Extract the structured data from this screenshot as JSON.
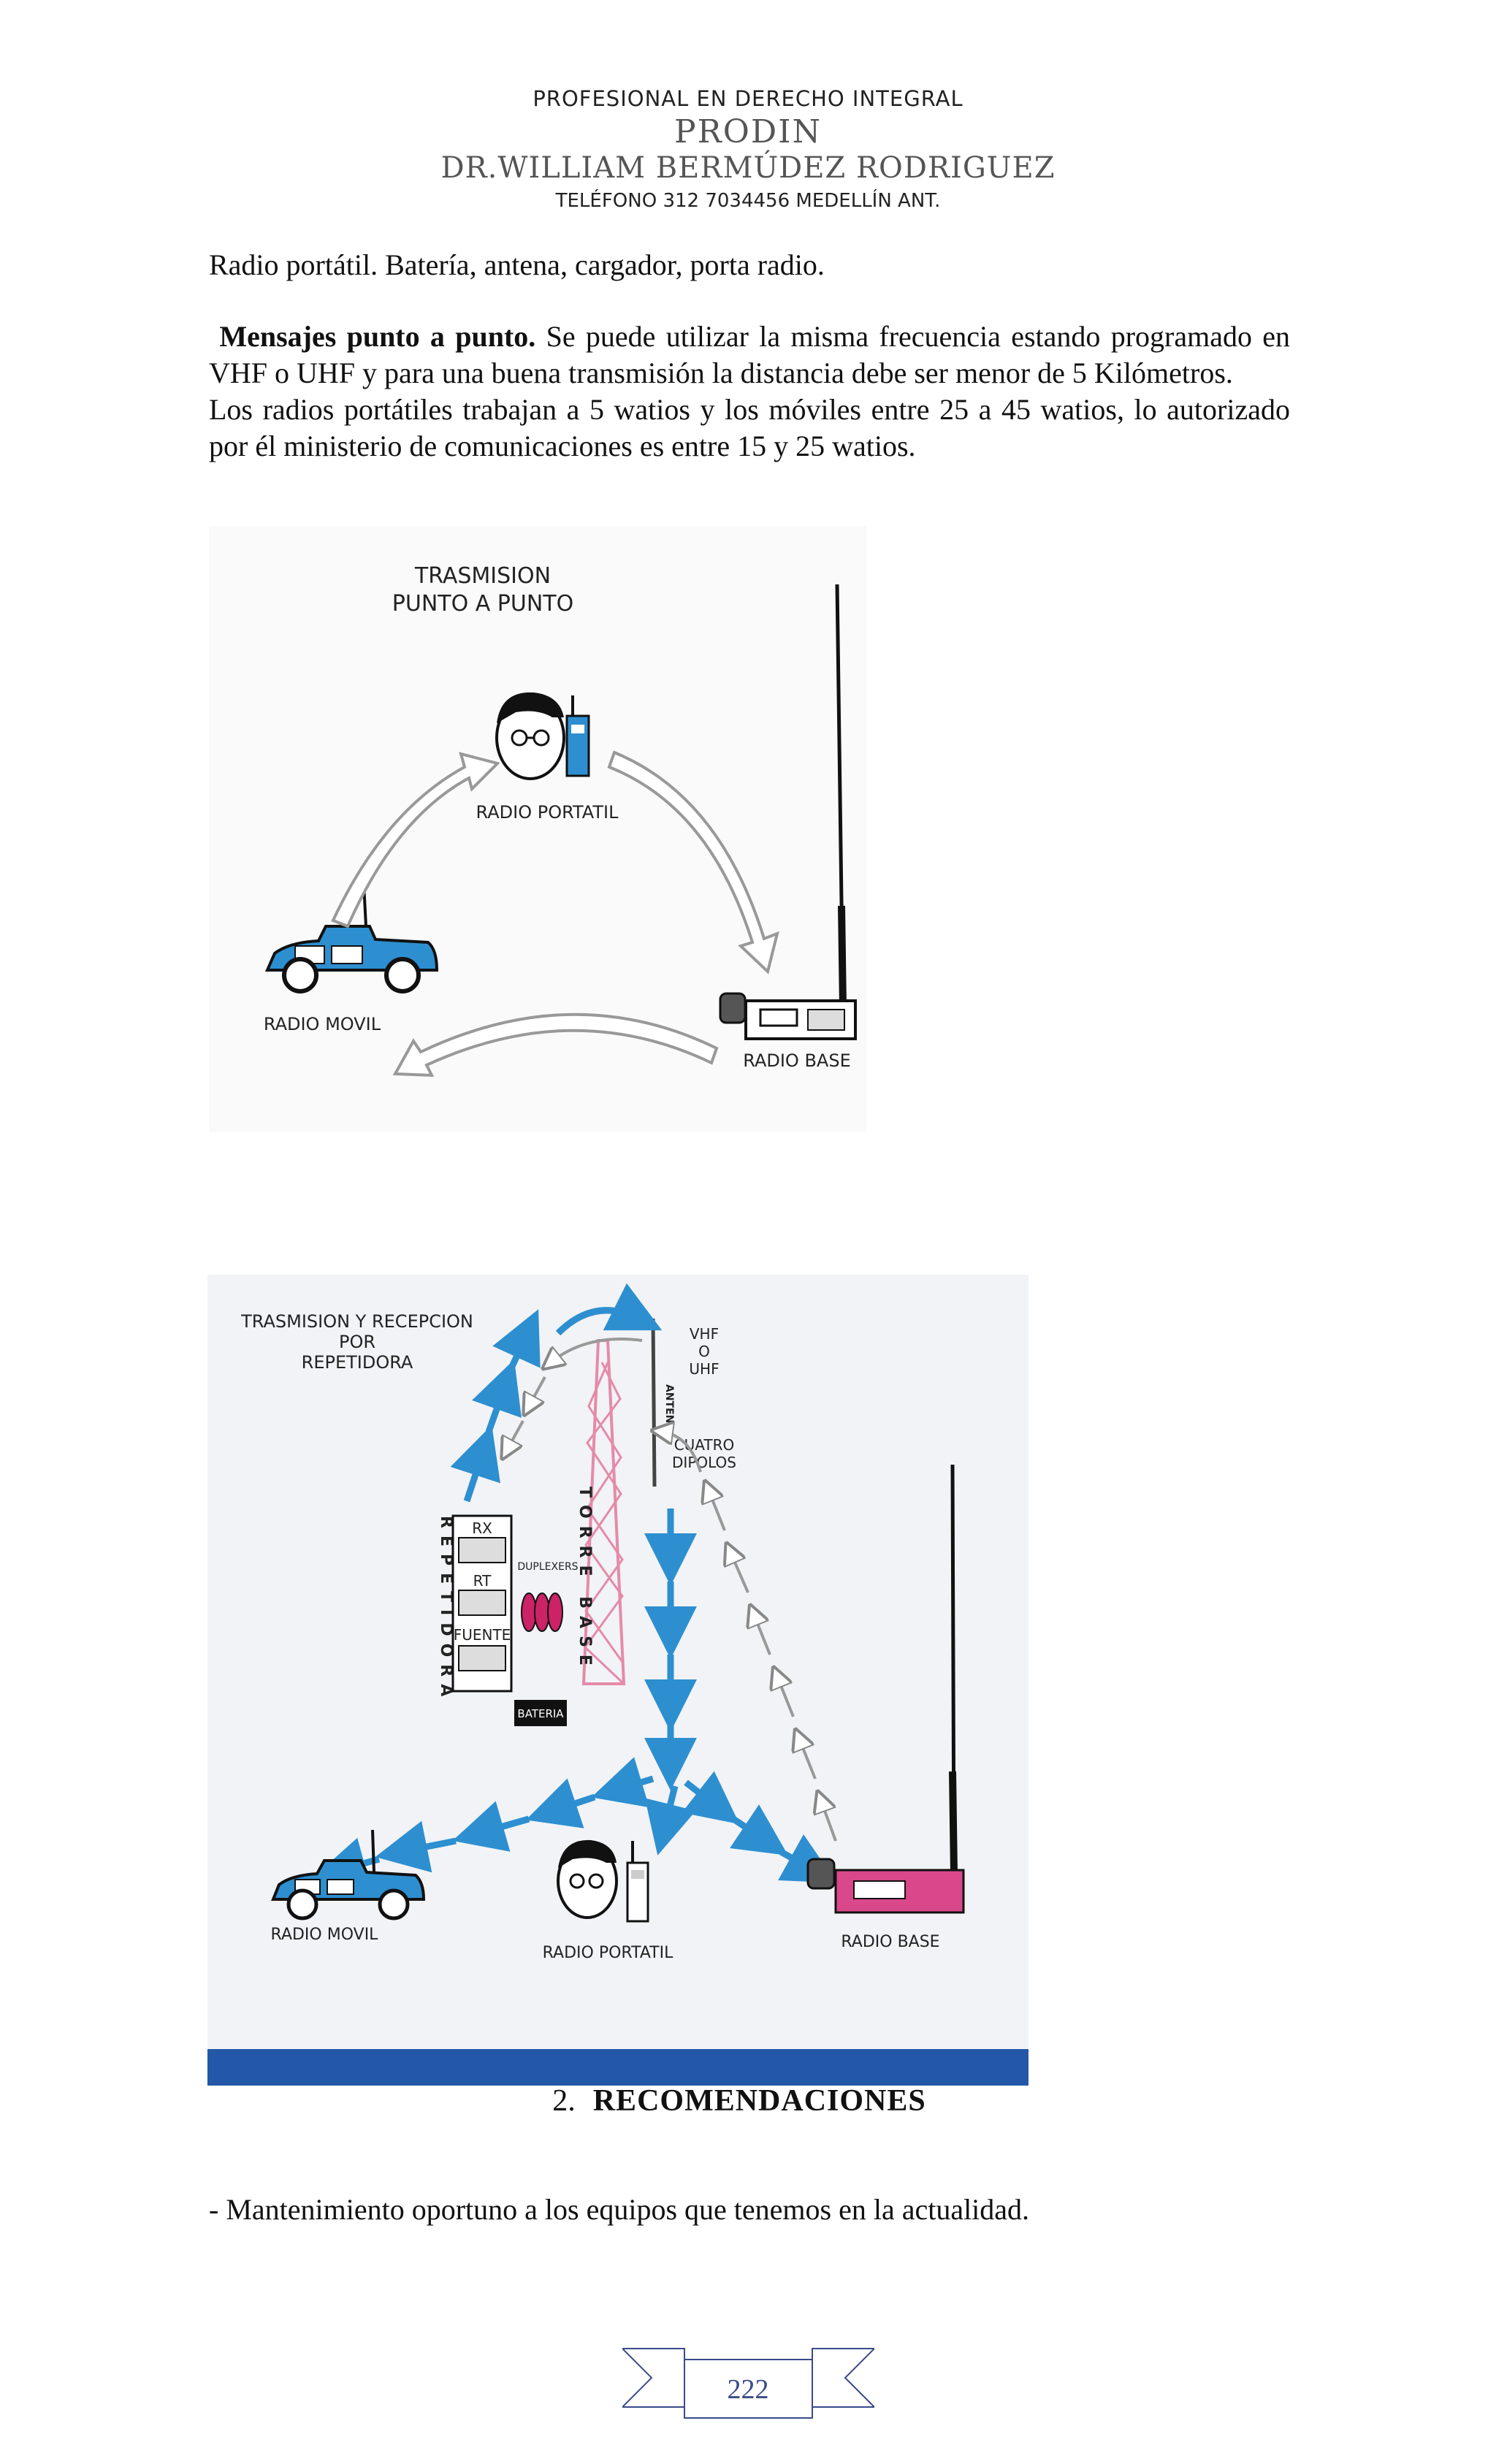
{
  "header": {
    "line1": "PROFESIONAL EN DERECHO INTEGRAL",
    "line2": "PRODIN",
    "line3": "DR.WILLIAM BERMÚDEZ RODRIGUEZ",
    "line4": "TELÉFONO 312 7034456 MEDELLÍN ANT."
  },
  "paragraphs": {
    "p1": "Radio portátil. Batería, antena, cargador, porta radio.",
    "p2_bold": "Mensajes punto a punto.",
    "p2_rest": " Se puede utilizar la misma frecuencia estando programado en VHF o UHF y para una buena transmisión la distancia debe ser menor de 5 Kilómetros.",
    "p2_line2": "Los radios portátiles trabajan a 5 watios y los móviles entre 25 a 45 watios, lo autorizado por él ministerio de comunicaciones es entre 15 y 25 watios.",
    "p3": "- Mantenimiento oportuno a los equipos que tenemos en la actualidad."
  },
  "figure1": {
    "title_line1": "TRASMISION",
    "title_line2": "PUNTO A PUNTO",
    "label_portable": "RADIO PORTATIL",
    "label_mobile": "RADIO MOVIL",
    "label_base": "RADIO BASE"
  },
  "figure2": {
    "title_line1": "TRASMISION Y RECEPCION",
    "title_line2": "POR",
    "title_line3": "REPETIDORA",
    "vhf1": "VHF",
    "vhf2": "O",
    "vhf3": "UHF",
    "antena": "ANTENA",
    "dipolos1": "CUATRO",
    "dipolos2": "DIPOLOS",
    "torre": "TORRE BASE",
    "repetidora": "REPETIDORA",
    "rx": "RX",
    "rt": "RT",
    "fuente": "FUENTE",
    "duplexers": "DUPLEXERS",
    "bateria": "BATERIA",
    "label_mobile": "RADIO MOVIL",
    "label_portable": "RADIO PORTATIL",
    "label_base": "RADIO BASE"
  },
  "section": {
    "number": "2.",
    "title": "RECOMENDACIONES"
  },
  "footer": {
    "page_number": "222"
  },
  "colors": {
    "arrow_blue": "#2d8fd0",
    "base_pink": "#d8488a",
    "tower_pink": "#e58aa8",
    "band_blue": "#2358a8"
  }
}
